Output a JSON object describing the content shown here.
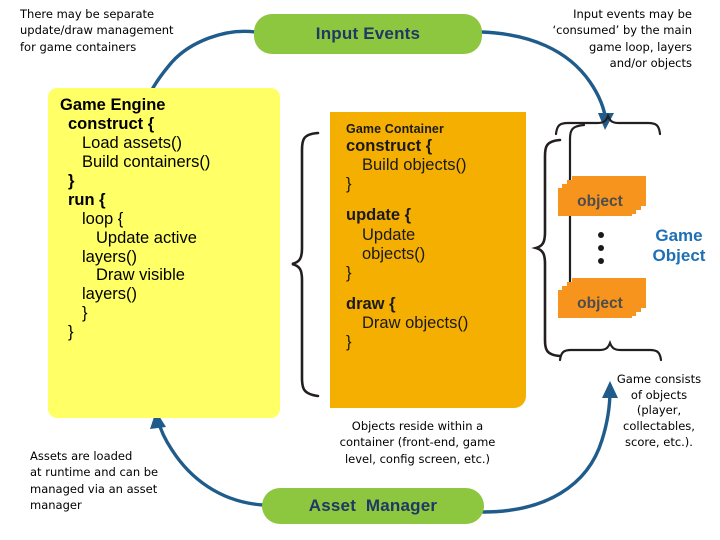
{
  "diagram": {
    "title": "Game Engine Architecture Diagram",
    "colors": {
      "pill_green": "#8DC63F",
      "pill_text_navy": "#1F3864",
      "engine_yellow": "#FFFF66",
      "container_orange": "#F5AF00",
      "object_orange": "#F7941E",
      "arrow_blue": "#1F5C8B",
      "label_blue": "#1F6FB5",
      "brace_black": "#231F20"
    }
  },
  "notes": {
    "top_left": "There may be separate\nupdate/draw management\nfor game containers",
    "top_right": "Input events may be\n‘consumed’ by the main\ngame loop, layers\nand/or objects",
    "bottom_left": "Assets are loaded\nat runtime and can be\nmanaged via an asset\nmanager",
    "bottom_center": "Objects reside within a\ncontainer (front-end, game\nlevel, config screen, etc.)",
    "bottom_right": "Game consists\nof objects\n(player,\ncollectables,\nscore, etc.)."
  },
  "input_events": {
    "label": "Input Events"
  },
  "asset_manager": {
    "label": "Asset  Manager"
  },
  "game_engine": {
    "title": "Game Engine",
    "lines": [
      {
        "text": "construct {",
        "bold": true,
        "indent": 0
      },
      {
        "text": "Load assets()",
        "bold": false,
        "indent": 1
      },
      {
        "text": "Build containers()",
        "bold": false,
        "indent": 1
      },
      {
        "text": "}",
        "bold": true,
        "indent": 0
      },
      {
        "text": "run {",
        "bold": true,
        "indent": 0
      },
      {
        "text": "loop {",
        "bold": false,
        "indent": 1
      },
      {
        "text": "Update active",
        "bold": false,
        "indent": 2
      },
      {
        "text": "layers()",
        "bold": false,
        "indent": 1
      },
      {
        "text": "Draw visible",
        "bold": false,
        "indent": 2
      },
      {
        "text": "layers()",
        "bold": false,
        "indent": 1
      },
      {
        "text": "}",
        "bold": false,
        "indent": 1
      },
      {
        "text": "}",
        "bold": false,
        "indent": 0
      }
    ]
  },
  "game_container": {
    "title": "Game Container",
    "blocks": [
      {
        "lines": [
          {
            "text": "construct {",
            "bold": true,
            "indent": 0
          },
          {
            "text": "Build objects()",
            "bold": false,
            "indent": 1
          },
          {
            "text": "}",
            "bold": false,
            "indent": 0
          }
        ]
      },
      {
        "lines": [
          {
            "text": "update {",
            "bold": true,
            "indent": 0
          },
          {
            "text": "Update",
            "bold": false,
            "indent": 1
          },
          {
            "text": "objects()",
            "bold": false,
            "indent": 1
          },
          {
            "text": "}",
            "bold": false,
            "indent": 0
          }
        ]
      },
      {
        "lines": [
          {
            "text": "draw {",
            "bold": true,
            "indent": 0
          },
          {
            "text": "Draw objects()",
            "bold": false,
            "indent": 1
          },
          {
            "text": "}",
            "bold": false,
            "indent": 0
          }
        ]
      }
    ]
  },
  "game_objects": {
    "label": "Game\nObject",
    "items": [
      {
        "label": "object"
      },
      {
        "label": "object"
      }
    ],
    "ellipsis": "⋮"
  }
}
